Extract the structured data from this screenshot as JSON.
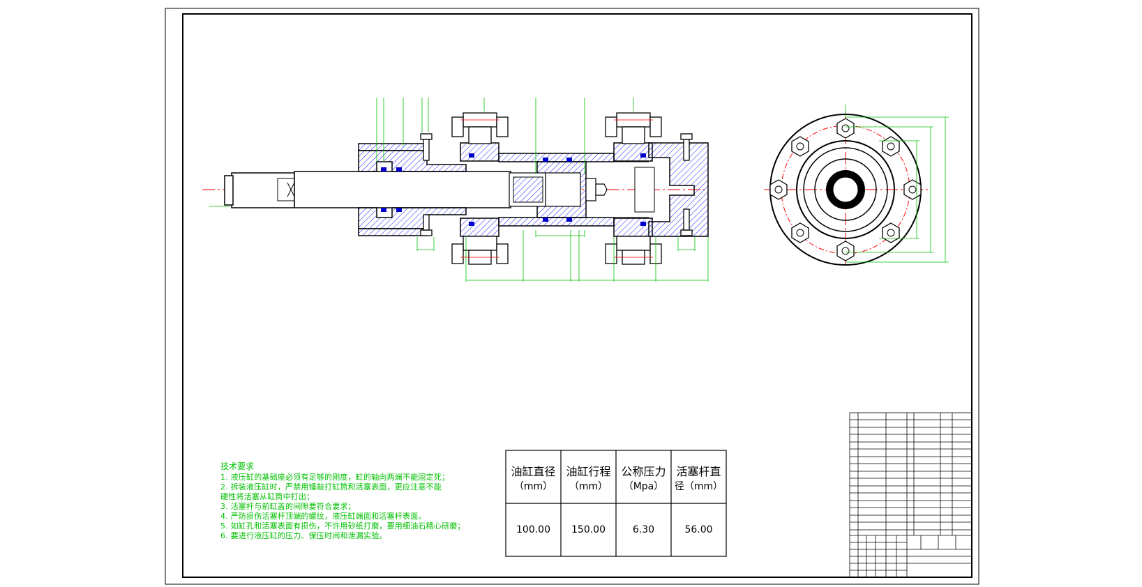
{
  "technical_requirements": {
    "title": "技术要求",
    "lines": [
      "1. 液压缸的基础座必须有足够的刚度，缸的轴向两端不能固定死；",
      "2. 拆装液压缸时，严禁用锤敲打缸筒和活塞表面，更应注意不能",
      "硬性将活塞从缸筒中打出；",
      "3. 活塞杆与前缸盖的间隙要符合要求；",
      "4. 严防损伤活塞杆顶端的螺纹，液压缸端面和活塞杆表面。",
      "5. 如缸孔和活塞表面有损伤，不许用砂纸打磨，要用细油石精心研磨；",
      "6. 要进行液压缸的压力、保压时间和泄漏实验。"
    ]
  },
  "parameter_table": {
    "headers": [
      {
        "name": "油缸直径",
        "unit": "（mm）"
      },
      {
        "name": "油缸行程",
        "unit": "（mm）"
      },
      {
        "name": "公称压力",
        "unit": "（Mpa）"
      },
      {
        "name": "活塞杆直",
        "unit": "径（mm）"
      }
    ],
    "values": [
      "100.00",
      "150.00",
      "6.30",
      "56.00"
    ]
  },
  "colors": {
    "outline": "#000000",
    "hatch": "#1a1aff",
    "centerline": "#ff0000",
    "dimension": "#00c000",
    "seal": "#0000cc",
    "text_green": "#00c000"
  }
}
